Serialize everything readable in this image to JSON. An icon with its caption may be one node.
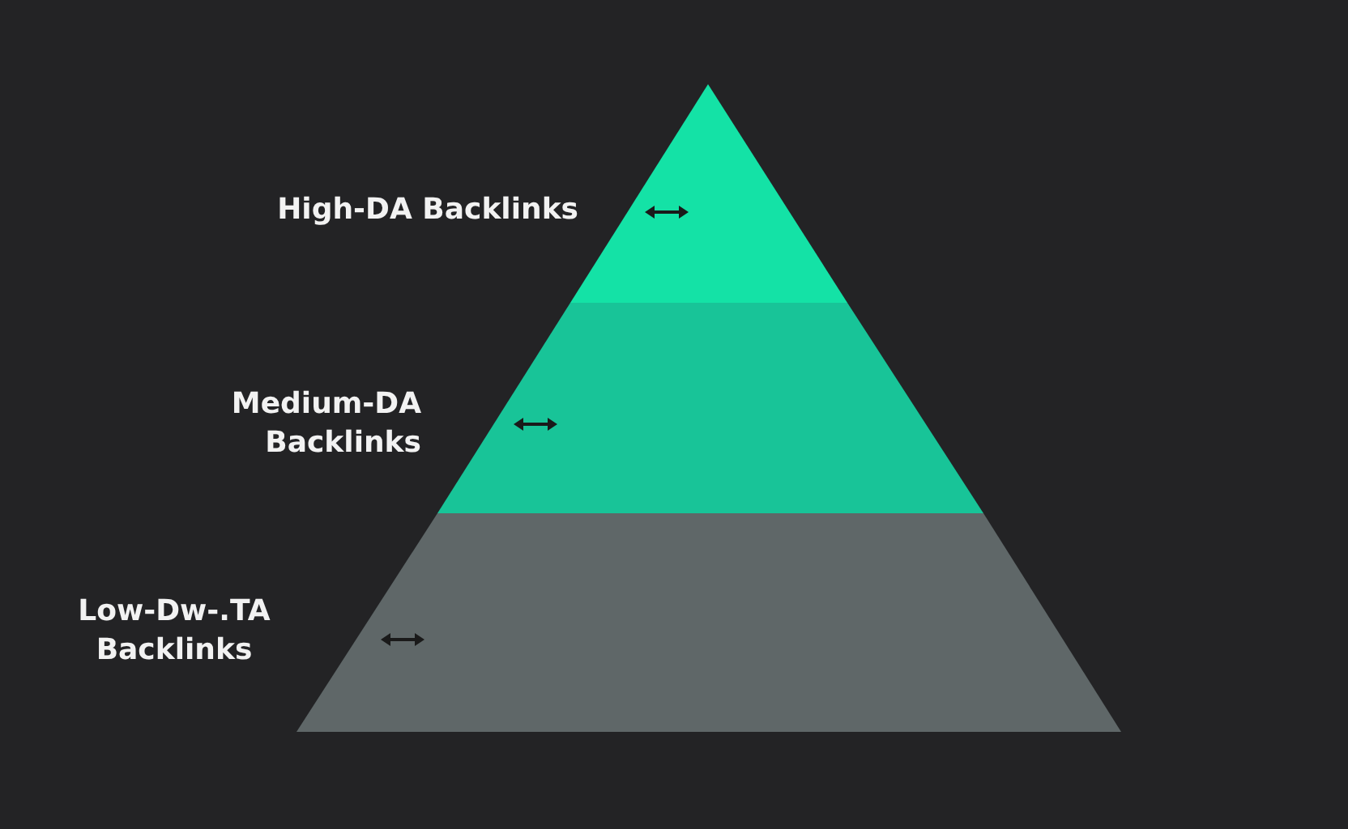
{
  "diagram": {
    "nodes": [
      {
        "text": [
          "High-DA Backlinks"
        ]
      },
      {
        "text": [
          "Medium-DA Backlinks"
        ]
      },
      {
        "text": [
          "Low-Dw-.TA Backlinks"
        ]
      }
    ]
  }
}
